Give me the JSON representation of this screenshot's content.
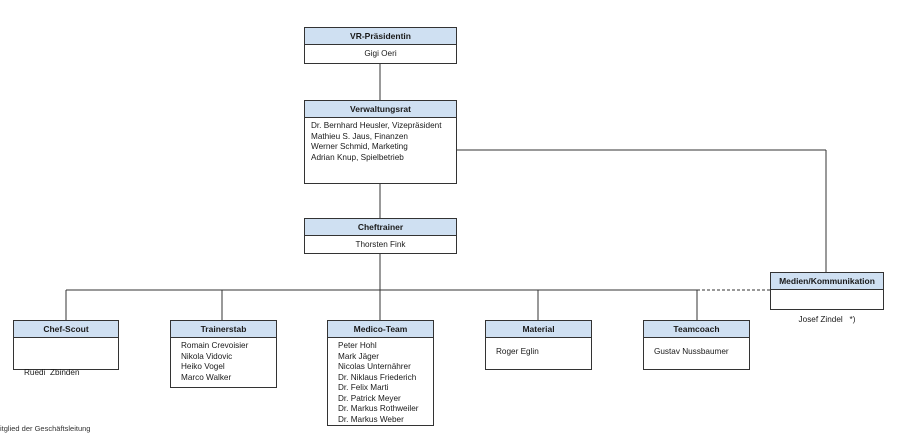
{
  "colors": {
    "header_bg": "#cfe0f2",
    "border": "#333333"
  },
  "vr": {
    "title": "VR-Präsidentin",
    "members": [
      "Gigi Oeri"
    ]
  },
  "verwaltungsrat": {
    "title": "Verwaltungsrat",
    "members": [
      "Dr. Bernhard Heusler, Vizepräsident",
      "Mathieu S. Jaus, Finanzen",
      "Werner Schmid, Marketing",
      "Adrian Knup, Spielbetrieb"
    ]
  },
  "cheftrainer": {
    "title": "Cheftrainer",
    "members": [
      "Thorsten Fink"
    ]
  },
  "medien": {
    "title": "Medien/Kommunikation",
    "members": [
      "Josef Zindel   *)"
    ]
  },
  "chefscout": {
    "title": "Chef-Scout",
    "members": [
      "Ruedi  Zbinden"
    ]
  },
  "trainerstab": {
    "title": "Trainerstab",
    "members": [
      "Romain Crevoisier",
      "Nikola Vidovic",
      "Heiko Vogel",
      "Marco Walker"
    ]
  },
  "medico": {
    "title": "Medico-Team",
    "members": [
      "Peter Hohl",
      "Mark Jäger",
      "Nicolas Unternährer",
      "Dr. Niklaus Friederich",
      "Dr. Felix Marti",
      "Dr. Patrick Meyer",
      "Dr. Markus Rothweiler",
      "Dr. Markus Weber"
    ]
  },
  "material": {
    "title": "Material",
    "members": [
      "Roger Eglin"
    ]
  },
  "teamcoach": {
    "title": "Teamcoach",
    "members": [
      "Gustav Nussbaumer"
    ]
  },
  "footnote": "itglied der Geschäftsleitung"
}
